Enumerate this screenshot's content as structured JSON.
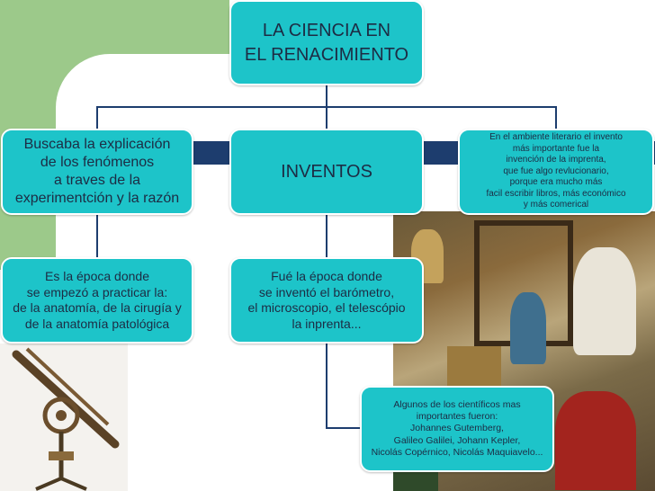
{
  "title": "LA CIENCIA EN\nEL RENACIMIENTO",
  "nodes": {
    "left": "Buscaba la explicación\nde los fenómenos\na traves de la\nexperimentción y la razón",
    "middle": "INVENTOS",
    "right": "En el ambiente literario el invento\nmás importante fue la\ninvención de la imprenta,\nque fue algo revlucionario,\nporque era mucho más\nfacil escribir libros, más económico\ny más comerical",
    "left_detail": "Es la época donde\nse empezó a practicar la:\nde la anatomía, de la cirugía y\nde la anatomía patológica",
    "middle_detail": "Fué la época donde\nse inventó el barómetro,\nel microscopio, el telescópio\nla inprenta...",
    "scientists": "Algunos de los científicos mas\nimportantes fueron:\nJohannes Gutemberg,\nGalileo Galilei, Johann Kepler,\nNicolás Copérnico, Nicolás Maquiavelo..."
  },
  "colors": {
    "box_fill": "#1dc4c9",
    "box_text": "#1d2c44",
    "connector": "#1d3d6e",
    "background_green": "#9cc98a"
  },
  "images": [
    "printing-workshop-painting",
    "antique-telescope-photo"
  ]
}
